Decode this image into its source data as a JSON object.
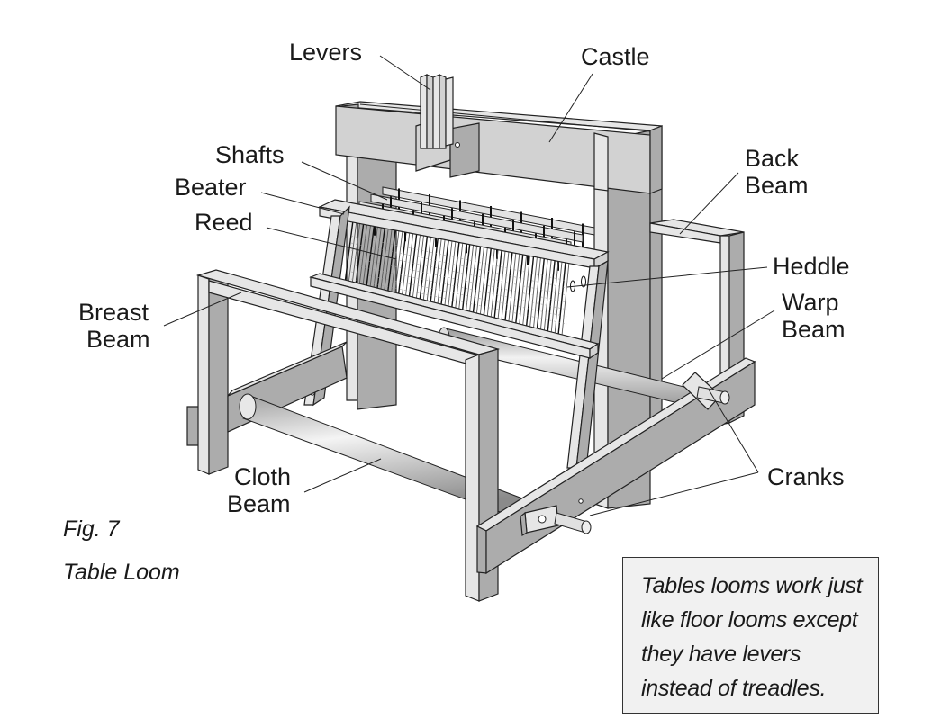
{
  "figure": {
    "number": "Fig. 7",
    "title": "Table Loom"
  },
  "labels": {
    "levers": "Levers",
    "castle": "Castle",
    "shafts": "Shafts",
    "beater": "Beater",
    "reed": "Reed",
    "back_beam_1": "Back",
    "back_beam_2": "Beam",
    "heddle": "Heddle",
    "warp_beam_1": "Warp",
    "warp_beam_2": "Beam",
    "breast_beam_1": "Breast",
    "breast_beam_2": "Beam",
    "cloth_beam_1": "Cloth",
    "cloth_beam_2": "Beam",
    "cranks": "Cranks"
  },
  "note": {
    "text": "Tables looms work just like floor looms except they have levers instead of treadles."
  },
  "colors": {
    "wood_light": "#e6e6e6",
    "wood_mid": "#d2d2d2",
    "wood_dark": "#acacac",
    "note_background": "#f1f1f1",
    "ink": "#1a1a1a"
  }
}
